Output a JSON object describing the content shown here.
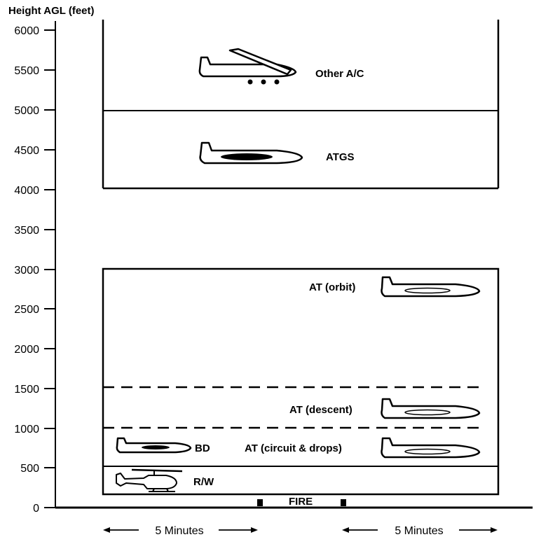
{
  "axis_title": "Height AGL (feet)",
  "ticks": [
    "6000",
    "5500",
    "5000",
    "4500",
    "4000",
    "3500",
    "3000",
    "2500",
    "2000",
    "1500",
    "1000",
    "500",
    "0"
  ],
  "labels": {
    "other_ac": "Other A/C",
    "atgs": "ATGS",
    "at_orbit": "AT (orbit)",
    "at_descent": "AT (descent)",
    "at_circuit": "AT (circuit & drops)",
    "bd": "BD",
    "rw": "R/W",
    "fire": "FIRE"
  },
  "time_left": "5 Minutes",
  "time_right": "5 Minutes"
}
